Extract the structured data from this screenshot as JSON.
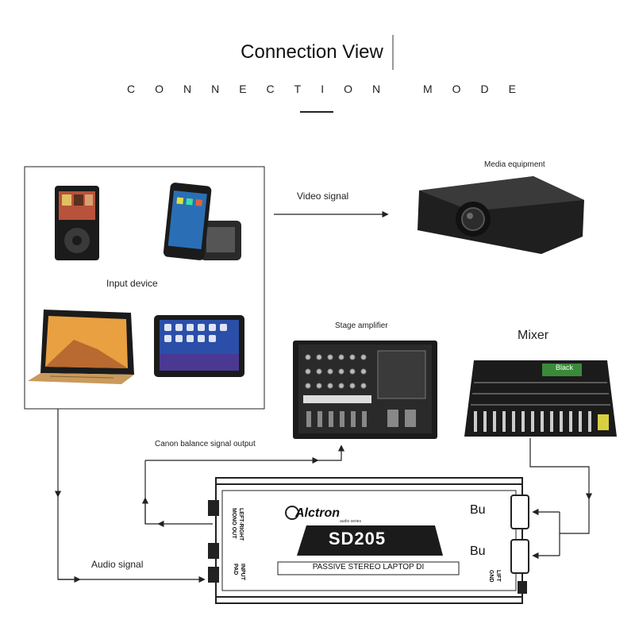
{
  "header": {
    "title": "Connection View",
    "subtitle": "CONNECTION MODE"
  },
  "input_box": {
    "label": "Input device"
  },
  "labels": {
    "video_signal": "Video signal",
    "media_equipment": "Media equipment",
    "stage_amplifier": "Stage amplifier",
    "mixer": "Mixer",
    "canon_output": "Canon balance signal output",
    "audio_signal": "Audio signal"
  },
  "di_box": {
    "brand": "Alctron",
    "brand_tag": "audio series",
    "model": "SD205",
    "subtitle": "PASSIVE STEREO LAPTOP DI",
    "left_top_label": "LEFT-RIGHT MONO OUT",
    "left_bottom_label": "INPUT PAD",
    "right_top_label": "Bu",
    "right_mid_label": "Bu",
    "right_bottom_label": "LIFT GND"
  },
  "mixer_screen": {
    "text": "Black"
  },
  "colors": {
    "line": "#222222",
    "device_dark": "#1b1b1b",
    "mixer_screen": "#3a8a3a",
    "laptop_gold": "#c99a5c"
  }
}
